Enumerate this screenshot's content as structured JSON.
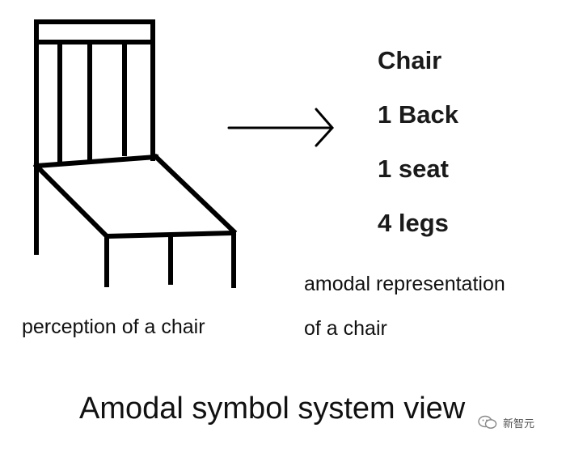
{
  "amodal_list": [
    "Chair",
    "1 Back",
    "1 seat",
    "4 legs"
  ],
  "left_caption": "perception of a chair",
  "right_caption": [
    "amodal representation",
    "of a chair"
  ],
  "title": "Amodal symbol system view",
  "watermark": {
    "text": "新智元",
    "icon": "wechat-logo-icon"
  },
  "colors": {
    "ink": "#000000",
    "background": "#ffffff"
  }
}
